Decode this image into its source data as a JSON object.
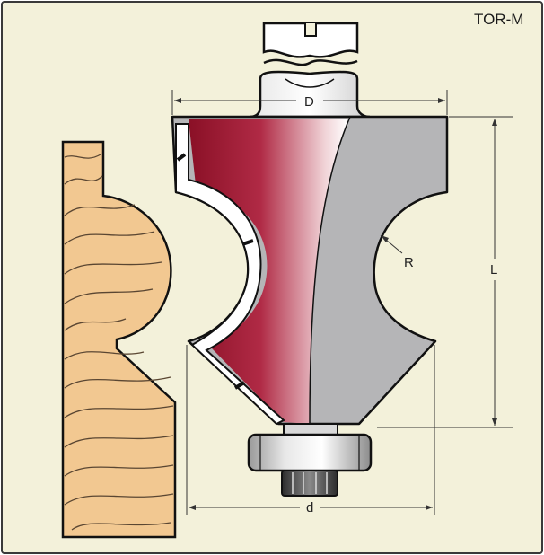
{
  "diagram": {
    "model": "TOR-M",
    "labels": {
      "shank_diameter": "D",
      "cut_diameter": "d",
      "length": "L",
      "radius": "R"
    },
    "colors": {
      "background": "#f3f1da",
      "border": "#3a3a3a",
      "wood": "#f2c891",
      "wood_grain": "#5a4632",
      "body_grey": "#b5b5b7",
      "blade_red": "#9e1b32",
      "bearing_grey": "#c7c7c7",
      "nut_dark": "#3b3b3b",
      "outline": "#111111"
    }
  }
}
